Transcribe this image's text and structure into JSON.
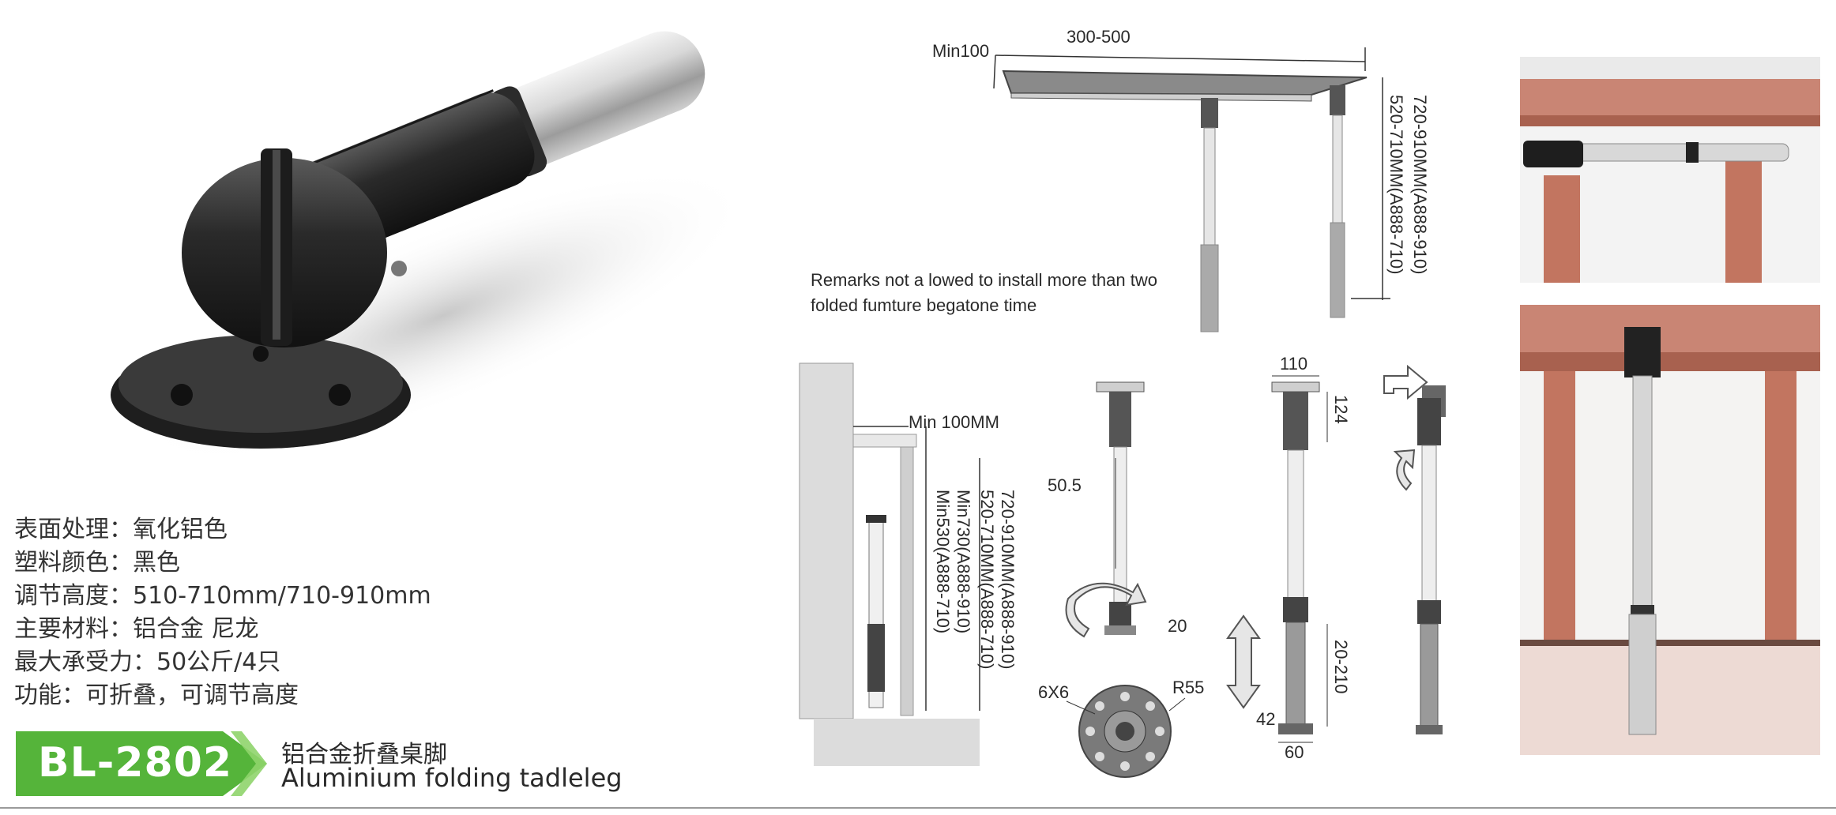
{
  "specs": [
    {
      "label": "表面处理",
      "sep": "：",
      "value": "氧化铝色"
    },
    {
      "label": "塑料颜色",
      "sep": "：",
      "value": "黑色"
    },
    {
      "label": "调节高度",
      "sep": "：",
      "value": "510-710mm/710-910mm"
    },
    {
      "label": "主要材料",
      "sep": "：",
      "value": "铝合金 尼龙"
    },
    {
      "label": "最大承受力",
      "sep": "：",
      "value": "50公斤/4只"
    },
    {
      "label": "功能",
      "sep": "：",
      "value": "可折叠，可调节高度"
    }
  ],
  "badge": {
    "model": "BL-2802",
    "color": "#55b43a"
  },
  "title": {
    "cn": "铝合金折叠桌脚",
    "en": "Aluminium folding tadleleg"
  },
  "drawing": {
    "table": {
      "min_offset": "Min100",
      "width": "300-500",
      "height_a": "720-910MM(A888-910)",
      "height_b": "520-710MM(A888-710)"
    },
    "remarks": [
      "Remarks not a lowed to install more than two",
      "folded fumture begatone time"
    ],
    "side": {
      "min": "Min 100MM",
      "l1": "720-910MM(A888-910)",
      "l2": "520-710MM(A888-710)",
      "l3": "Min730(A888-910)",
      "l4": "Min530(A888-710)"
    },
    "leg1": {
      "d1": "50.5",
      "d2": "20"
    },
    "base": {
      "left": "6X6",
      "right": "R55"
    },
    "leg2": {
      "top": "110",
      "d1": "124",
      "d2": "20-210",
      "d3": "42",
      "bottom": "60"
    }
  },
  "icons": [
    "folding-table-leg-photo",
    "rotate-arrow-icon",
    "fold-arrow-icon",
    "updown-arrow-icon"
  ]
}
